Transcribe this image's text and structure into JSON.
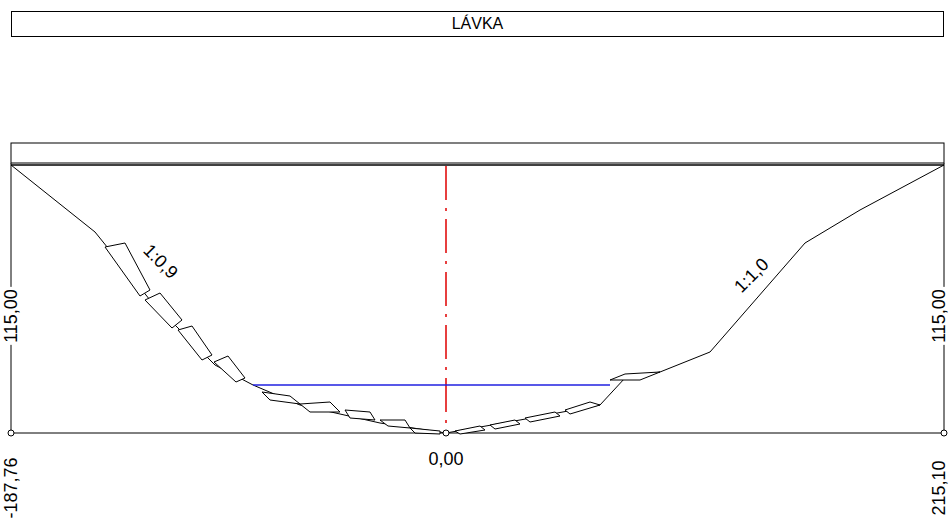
{
  "diagram": {
    "nodes": [
      {
        "text": [
          "LÁVKA"
        ]
      }
    ],
    "labels": [
      "1:0,9",
      "1:1,0",
      "115,00",
      "115,00",
      "-187,76",
      "0,00",
      "215,10"
    ]
  }
}
